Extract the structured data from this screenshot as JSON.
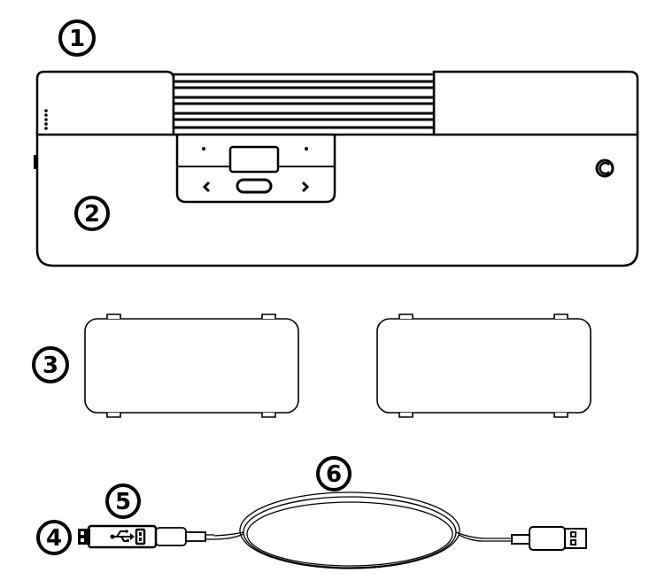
{
  "callouts": {
    "c1": "1",
    "c2": "2",
    "c3": "3",
    "c4": "4",
    "c5": "5",
    "c6": "6"
  },
  "logo_text": "C",
  "colors": {
    "stroke": "#000000",
    "background": "#ffffff"
  },
  "icons": [
    "left-arrow-icon",
    "right-arrow-icon",
    "usb-symbol-icon",
    "logo-icon"
  ]
}
